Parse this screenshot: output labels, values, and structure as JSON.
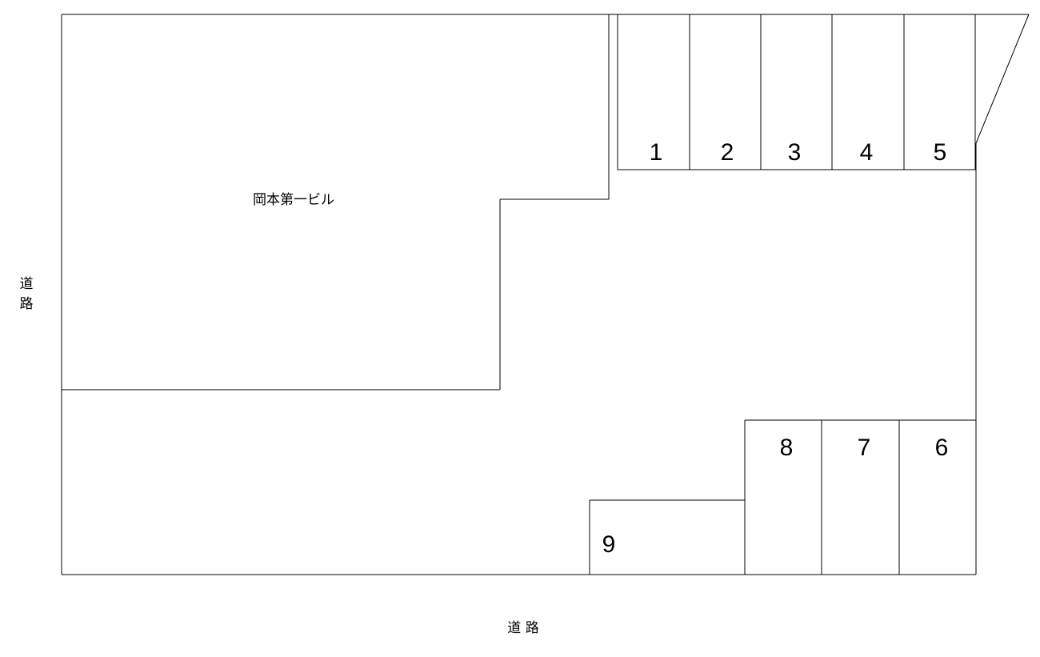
{
  "building_label": "岡本第一ビル",
  "road_left": [
    "道",
    "路"
  ],
  "road_bottom": "道 路",
  "spaces": [
    "1",
    "2",
    "3",
    "4",
    "5",
    "6",
    "7",
    "8",
    "9"
  ]
}
